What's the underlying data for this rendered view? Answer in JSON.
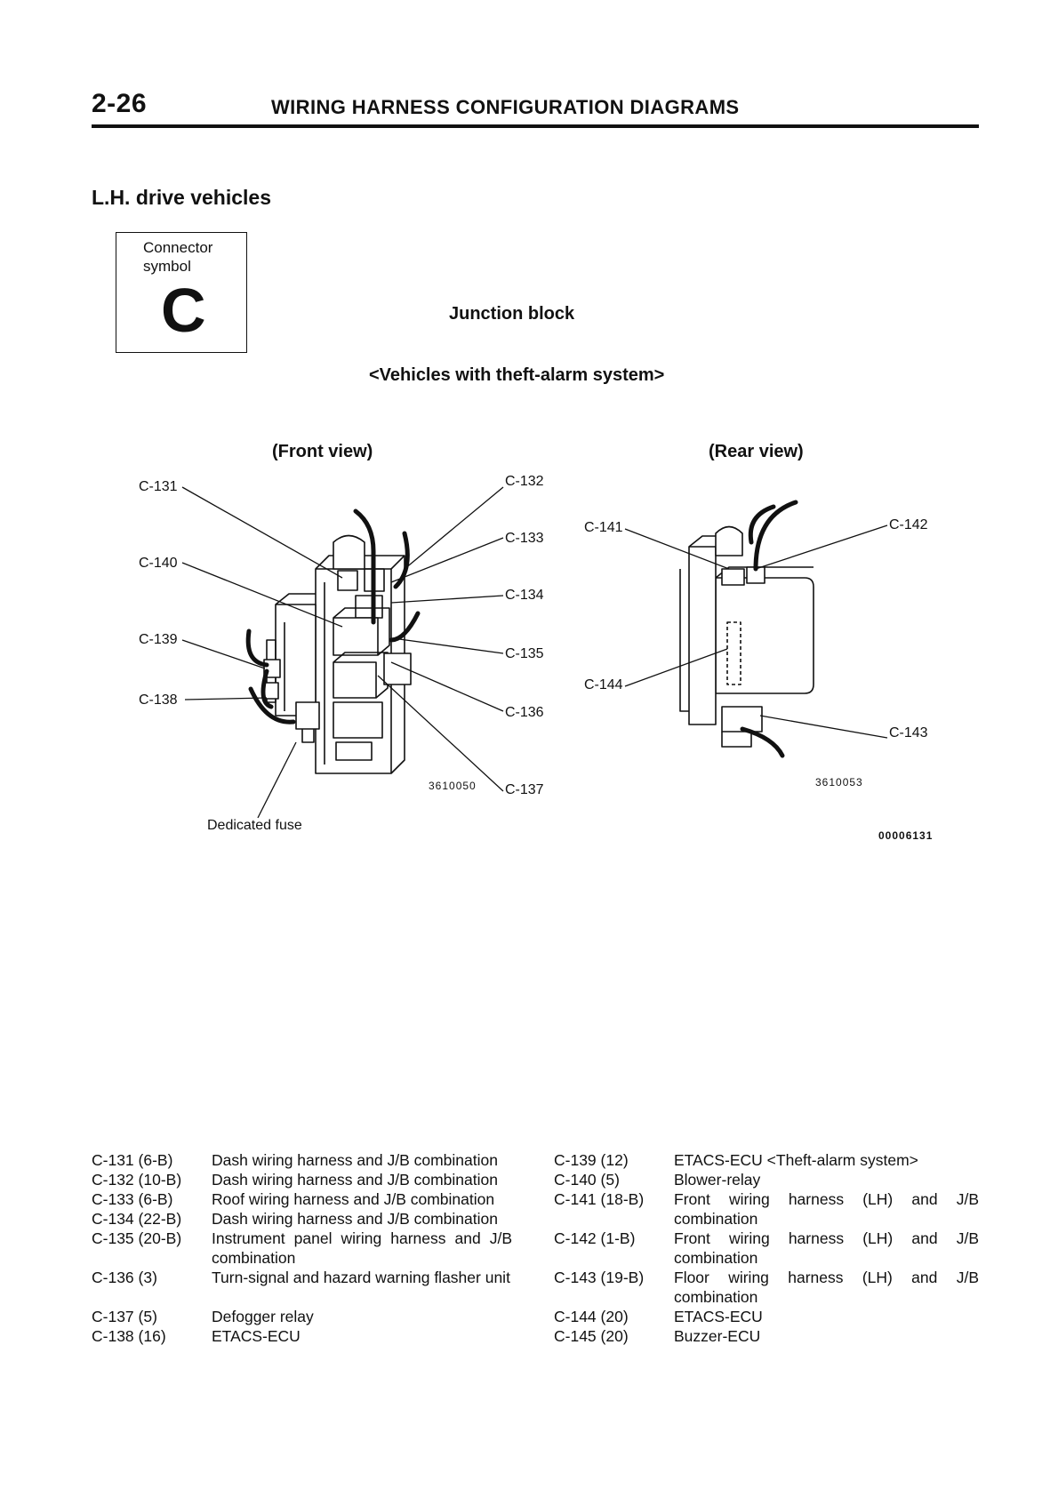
{
  "header": {
    "page_number": "2-26",
    "title": "WIRING HARNESS CONFIGURATION DIAGRAMS"
  },
  "section_title": "L.H. drive vehicles",
  "connector_symbol": {
    "caption": "Connector\nsymbol",
    "letter": "C"
  },
  "junction_block_title": "Junction block",
  "variant_title": "<Vehicles with theft-alarm system>",
  "front_view": {
    "label": "(Front view)",
    "callouts": [
      "C-131",
      "C-132",
      "C-133",
      "C-134",
      "C-135",
      "C-136",
      "C-137",
      "C-138",
      "C-139",
      "C-140"
    ],
    "dedicated_fuse": "Dedicated fuse",
    "figure_code": "3610050"
  },
  "rear_view": {
    "label": "(Rear view)",
    "callouts": [
      "C-141",
      "C-142",
      "C-143",
      "C-144"
    ],
    "figure_code": "3610053"
  },
  "page_figure_code": "00006131",
  "legend": {
    "left": [
      {
        "code": "C-131 (6-B)",
        "desc": "Dash wiring harness and J/B combination"
      },
      {
        "code": "C-132 (10-B)",
        "desc": "Dash wiring harness and J/B combination"
      },
      {
        "code": "C-133 (6-B)",
        "desc": "Roof wiring harness and J/B combination"
      },
      {
        "code": "C-134 (22-B)",
        "desc": "Dash wiring harness and J/B combination"
      },
      {
        "code": "C-135 (20-B)",
        "desc": "Instrument panel wiring harness and J/B combination"
      },
      {
        "code": "C-136 (3)",
        "desc": "Turn-signal and hazard warning flasher unit"
      },
      {
        "code": "C-137 (5)",
        "desc": "Defogger relay"
      },
      {
        "code": "C-138 (16)",
        "desc": "ETACS-ECU"
      }
    ],
    "right": [
      {
        "code": "C-139 (12)",
        "desc": "ETACS-ECU <Theft-alarm system>"
      },
      {
        "code": "C-140 (5)",
        "desc": "Blower-relay"
      },
      {
        "code": "C-141 (18-B)",
        "desc": "Front wiring harness (LH) and J/B combination"
      },
      {
        "code": "C-142 (1-B)",
        "desc": "Front wiring harness (LH) and J/B combination"
      },
      {
        "code": "C-143 (19-B)",
        "desc": "Floor wiring harness (LH) and J/B combination"
      },
      {
        "code": "C-144 (20)",
        "desc": "ETACS-ECU"
      },
      {
        "code": "C-145 (20)",
        "desc": "Buzzer-ECU"
      }
    ]
  }
}
